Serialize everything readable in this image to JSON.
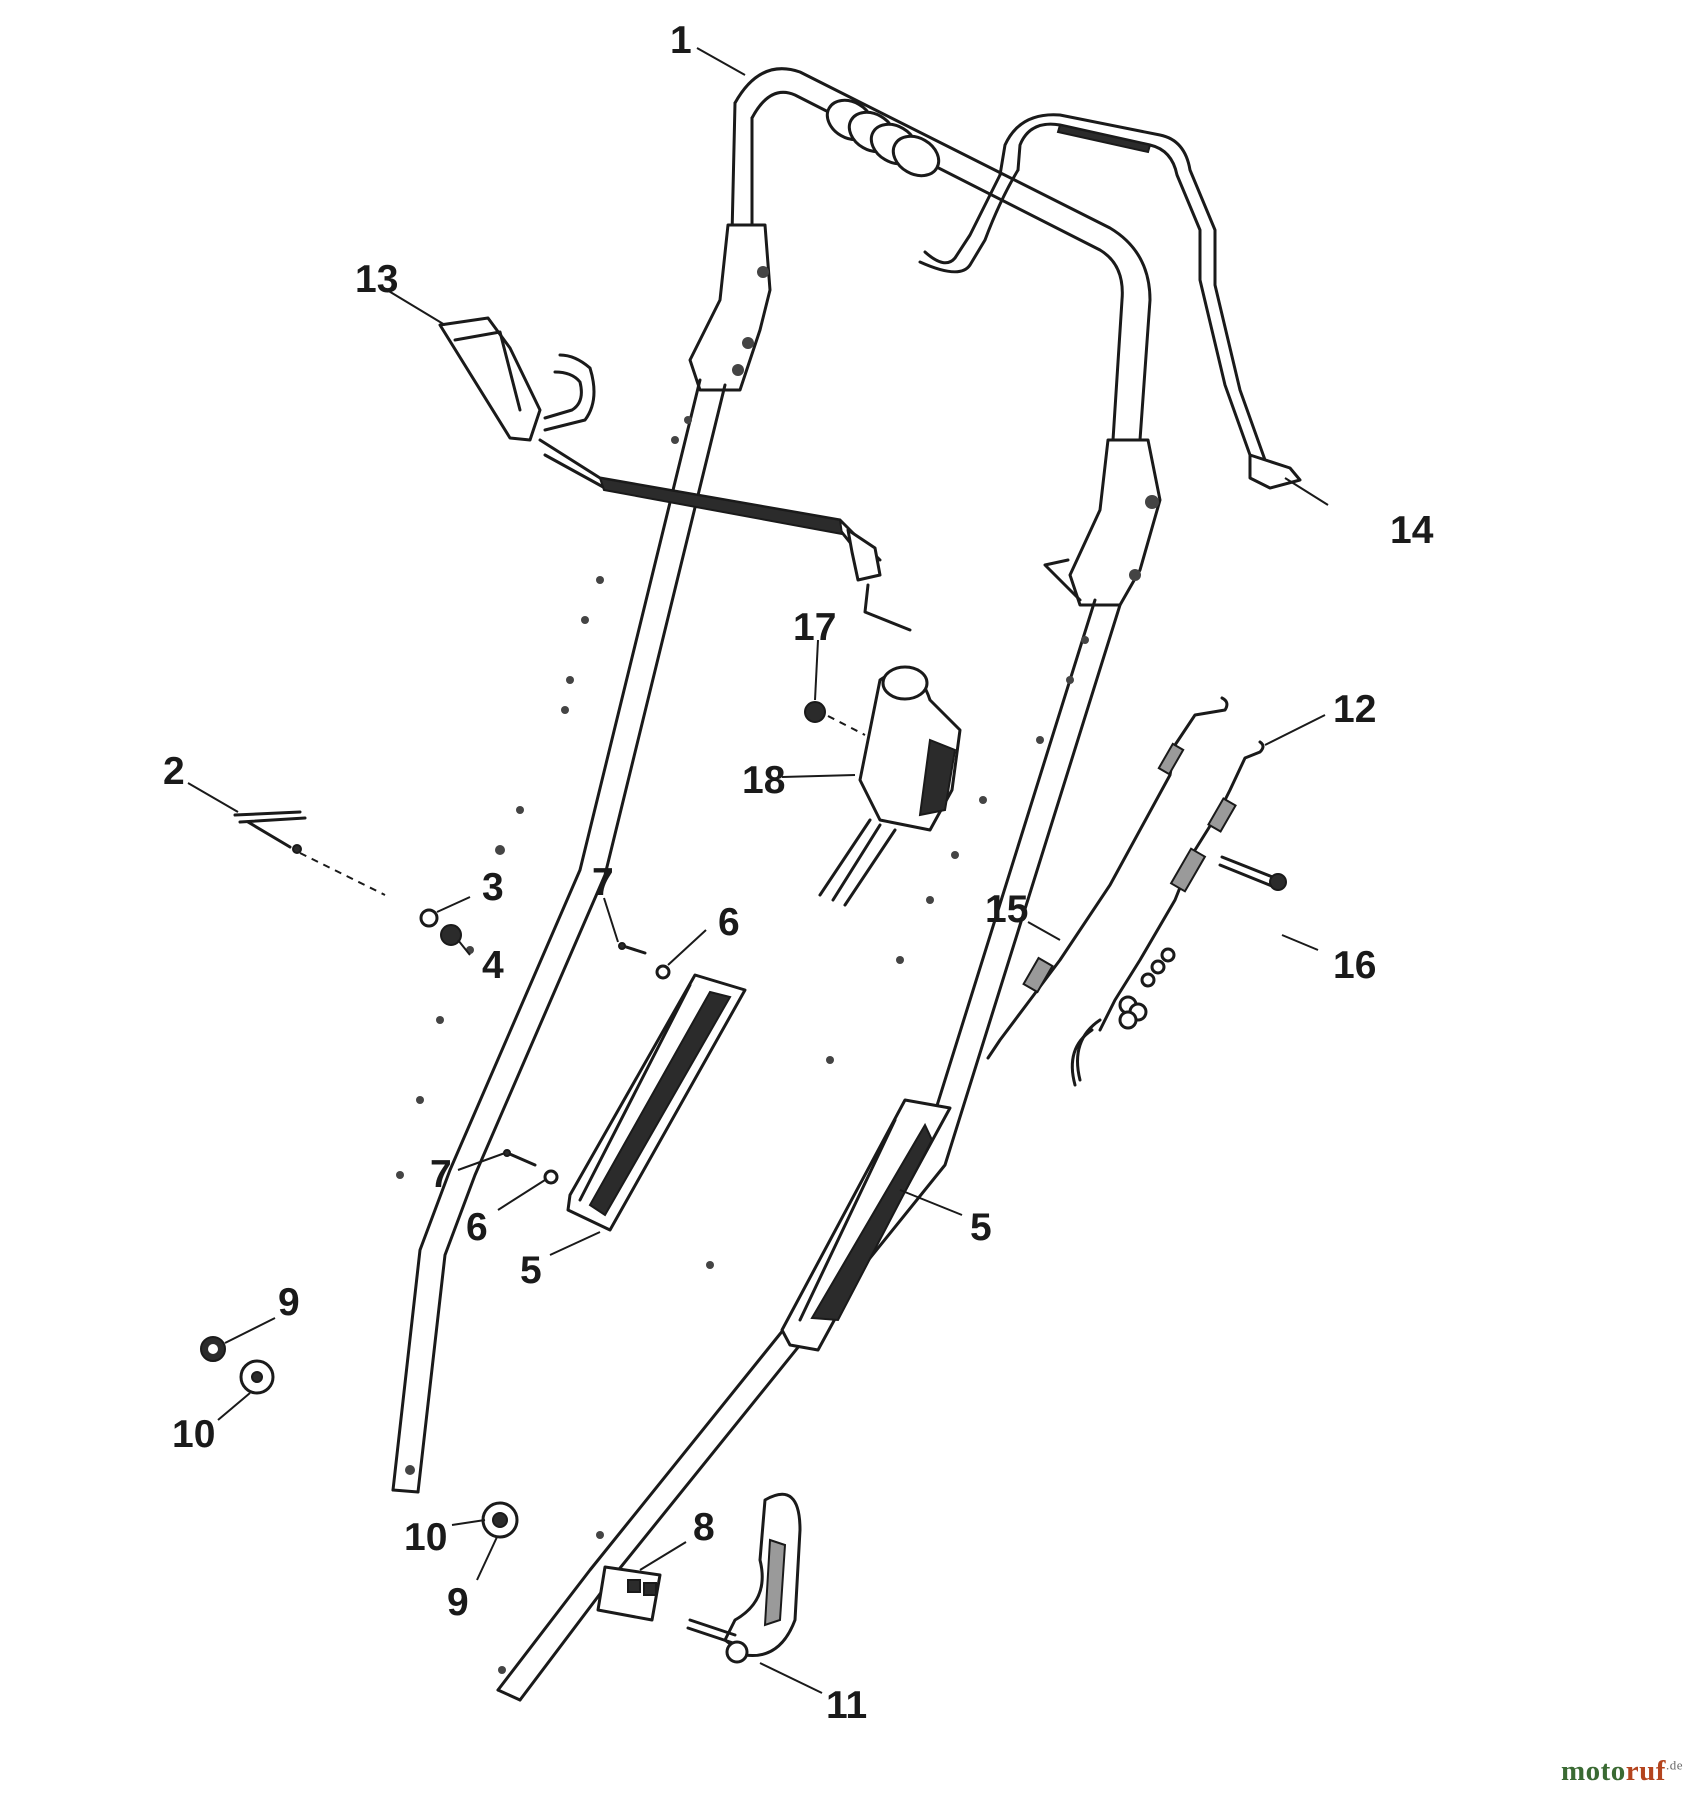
{
  "callouts": {
    "c1": "1",
    "c2": "2",
    "c3": "3",
    "c4": "4",
    "c5a": "5",
    "c5b": "5",
    "c6a": "6",
    "c6b": "6",
    "c7a": "7",
    "c7b": "7",
    "c8": "8",
    "c9a": "9",
    "c9b": "9",
    "c10a": "10",
    "c10b": "10",
    "c11": "11",
    "c12": "12",
    "c13": "13",
    "c14": "14",
    "c15": "15",
    "c16": "16",
    "c17": "17",
    "c18": "18"
  },
  "watermark": {
    "part1": "moto",
    "part2": "ruf",
    "suffix": ".de"
  },
  "colors": {
    "line": "#1a1a1a",
    "watermark_green": "#3a6a33",
    "watermark_red": "#b4441e"
  }
}
